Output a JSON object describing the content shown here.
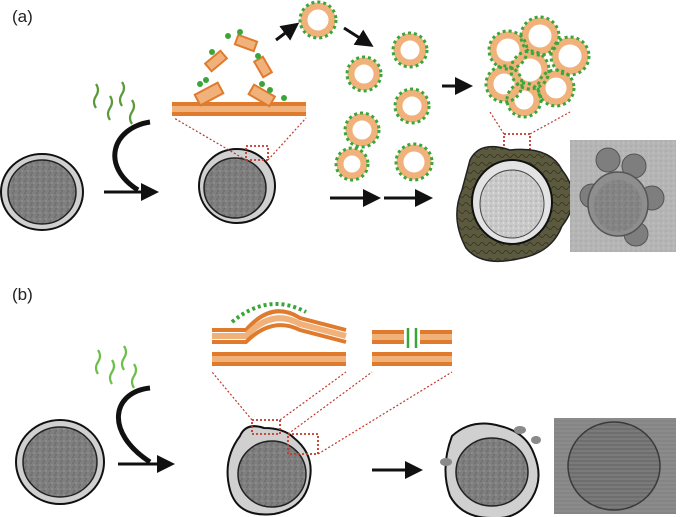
{
  "panels": [
    {
      "id": "a",
      "label": "(a)"
    },
    {
      "id": "b",
      "label": "(b)"
    }
  ],
  "colors": {
    "lipid_head": "#e07b2e",
    "lipid_tail": "#f0b27a",
    "peptide": "#3aa63a",
    "peptide_light": "#7ccd5a",
    "cell_outer": "#d0d0d0",
    "cell_inner": "#8a8a8a",
    "zoom_box": "#c0392b",
    "arrow": "#111111",
    "micrograph_bg": "#9c9c9c"
  },
  "icons": [
    "peptide-chains",
    "receptor-arc",
    "bacterium-cell",
    "lipid-bilayer",
    "micelle",
    "arrow",
    "zoom-box",
    "tem-micrograph"
  ]
}
